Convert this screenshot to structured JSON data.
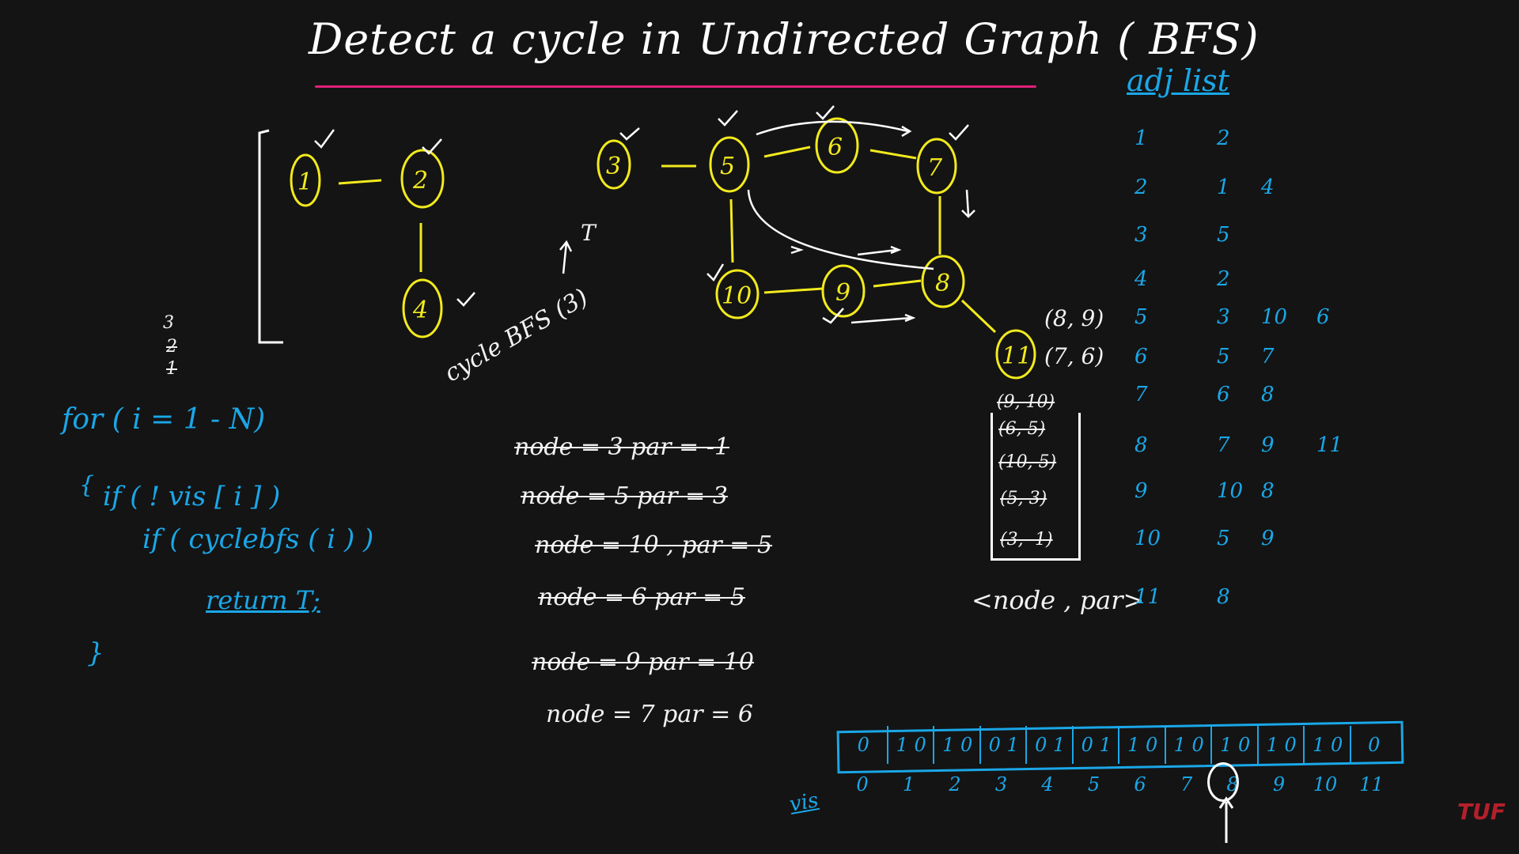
{
  "title": "Detect a cycle in Undirected Graph ( BFS)",
  "graph": {
    "nodes": [
      "1",
      "2",
      "4",
      "3",
      "5",
      "6",
      "7",
      "10",
      "9",
      "8",
      "11"
    ],
    "annotations": {
      "pair1": "(8, 9)",
      "pair2": "(7, 6)"
    }
  },
  "call_label": "cycle BFS (3)",
  "call_result": "T",
  "left_stack": [
    "3",
    "2",
    "1"
  ],
  "code": {
    "line1": "for ( i = 1 - N)",
    "line2": "{",
    "line3": "if ( ! vis [ i ] )",
    "line4": "if ( cyclebfs ( i ) )",
    "line5": "return T;",
    "line6": "}"
  },
  "trace": [
    "node = 3     par = -1",
    "node = 5     par = 3",
    "node = 10 ,  par = 5",
    "node = 6     par = 5",
    "node = 9     par = 10",
    "node = 7     par = 6"
  ],
  "queue": {
    "items": [
      "(9, 10)",
      "(6, 5)",
      "(10, 5)",
      "(5, 3)",
      "(3, -1)"
    ],
    "label": "<node , par>"
  },
  "adj": {
    "label": "adj list",
    "rows": [
      {
        "idx": "1",
        "vals": [
          "2"
        ]
      },
      {
        "idx": "2",
        "vals": [
          "1",
          "4"
        ]
      },
      {
        "idx": "3",
        "vals": [
          "5"
        ]
      },
      {
        "idx": "4",
        "vals": [
          "2"
        ]
      },
      {
        "idx": "5",
        "vals": [
          "3",
          "10",
          "6"
        ]
      },
      {
        "idx": "6",
        "vals": [
          "5",
          "7"
        ]
      },
      {
        "idx": "7",
        "vals": [
          "6",
          "8"
        ]
      },
      {
        "idx": "8",
        "vals": [
          "7",
          "9",
          "11"
        ]
      },
      {
        "idx": "9",
        "vals": [
          "10",
          "8"
        ]
      },
      {
        "idx": "10",
        "vals": [
          "5",
          "9"
        ]
      },
      {
        "idx": "11",
        "vals": [
          "8"
        ]
      }
    ]
  },
  "vis": {
    "label": "vis",
    "cells": [
      "0",
      "1 0",
      "1 0",
      "0 1",
      "0 1",
      "0 1",
      "1 0",
      "1 0",
      "1 0",
      "1 0",
      "1 0",
      "0"
    ],
    "indices": [
      "0",
      "1",
      "2",
      "3",
      "4",
      "5",
      "6",
      "7",
      "8",
      "9",
      "10",
      "11"
    ]
  },
  "logo": "TUF",
  "colors": {
    "background": "#141414",
    "graph": "#f2ea1d",
    "code": "#1aa7e8",
    "underline": "#e0207a"
  }
}
